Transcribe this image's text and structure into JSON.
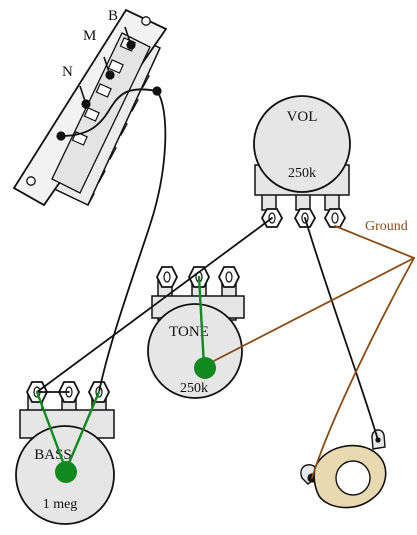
{
  "switch": {
    "positions": [
      "N",
      "M",
      "B"
    ]
  },
  "pots": {
    "vol": {
      "label": "VOL",
      "value": "250k"
    },
    "tone": {
      "label": "TONE",
      "value": "250k"
    },
    "bass": {
      "label": "BASS",
      "value": "1 meg"
    }
  },
  "labels": {
    "ground": "Ground"
  },
  "colors": {
    "pot_body": "#e6e6e6",
    "outline": "#111111",
    "wire_black": "#111111",
    "wire_green": "#0f8a1e",
    "wire_ground": "#8a4b12",
    "jack_body": "#e8d9b0"
  }
}
